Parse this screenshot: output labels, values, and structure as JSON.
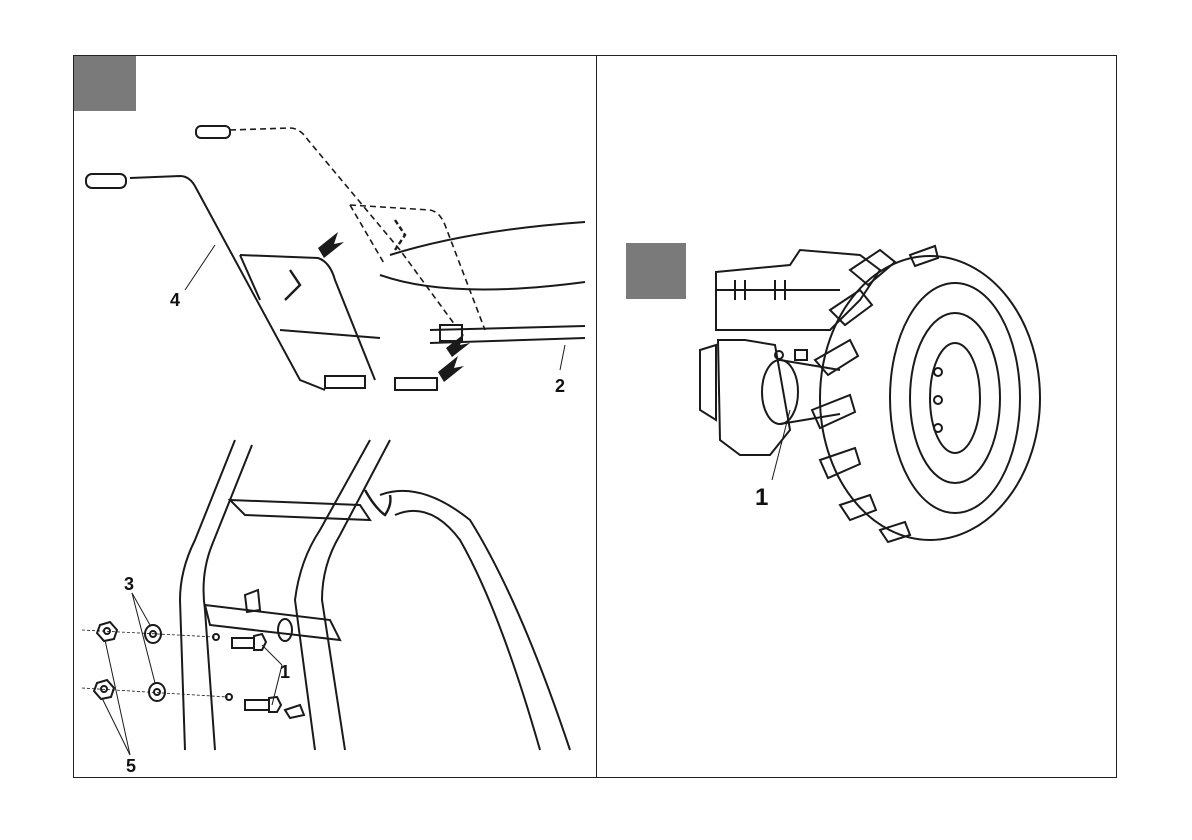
{
  "figure_left": {
    "top_labels": {
      "handle": "4",
      "frame": "2"
    },
    "bottom_labels": {
      "bolts": "1",
      "washers": "3",
      "nuts": "5"
    }
  },
  "figure_right": {
    "labels": {
      "bolt": "1"
    }
  },
  "colors": {
    "line": "#1a1a1a",
    "marker": "#7a7a7a",
    "background": "#ffffff"
  }
}
